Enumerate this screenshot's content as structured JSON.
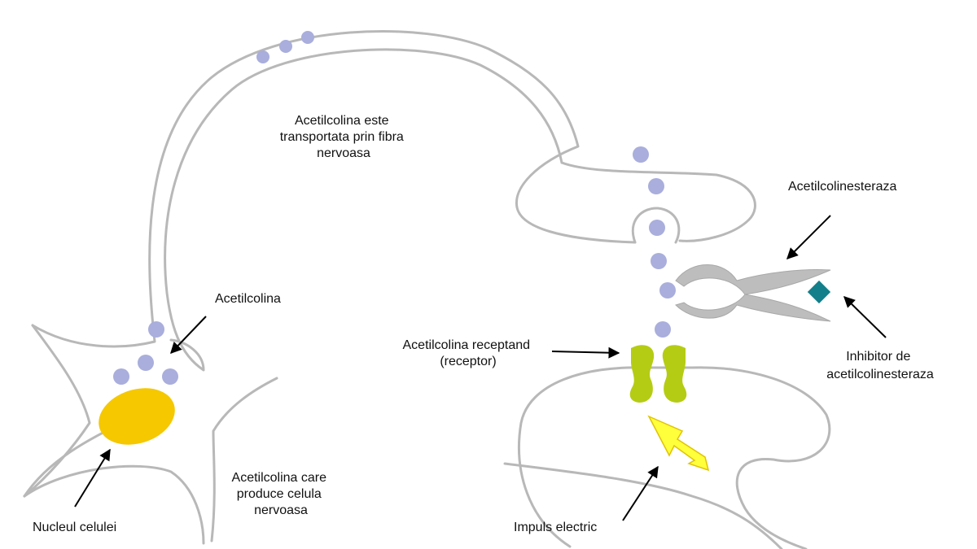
{
  "labels": {
    "transport": [
      "Acetilcolina este",
      "transportata prin fibra",
      "nervoasa"
    ],
    "acetylcholine": "Acetilcolina",
    "producing": [
      "Acetilcolina care",
      "produce celula",
      "nervoasa"
    ],
    "nucleus": "Nucleul celulei",
    "receptor": [
      "Acetilcolina receptand",
      "(receptor)"
    ],
    "esterase": "Acetilcolinesteraza",
    "inhibitor": [
      "Inhibitor de",
      "acetilcolinesteraza"
    ],
    "impulse": "Impuls electric"
  },
  "colors": {
    "outline": "#b8b8b8",
    "vesicle": "#a9aedc",
    "nucleus": "#f5c800",
    "receptor": "#b5cc14",
    "enzyme": "#bdbdbd",
    "inhibitor": "#137f8a",
    "bolt_fill": "#ffff3c",
    "bolt_stroke": "#e0c400"
  },
  "icons": {
    "enzyme": "scissors-shape",
    "inhibitor": "diamond-shape",
    "impulse": "lightning-bolt-icon"
  }
}
